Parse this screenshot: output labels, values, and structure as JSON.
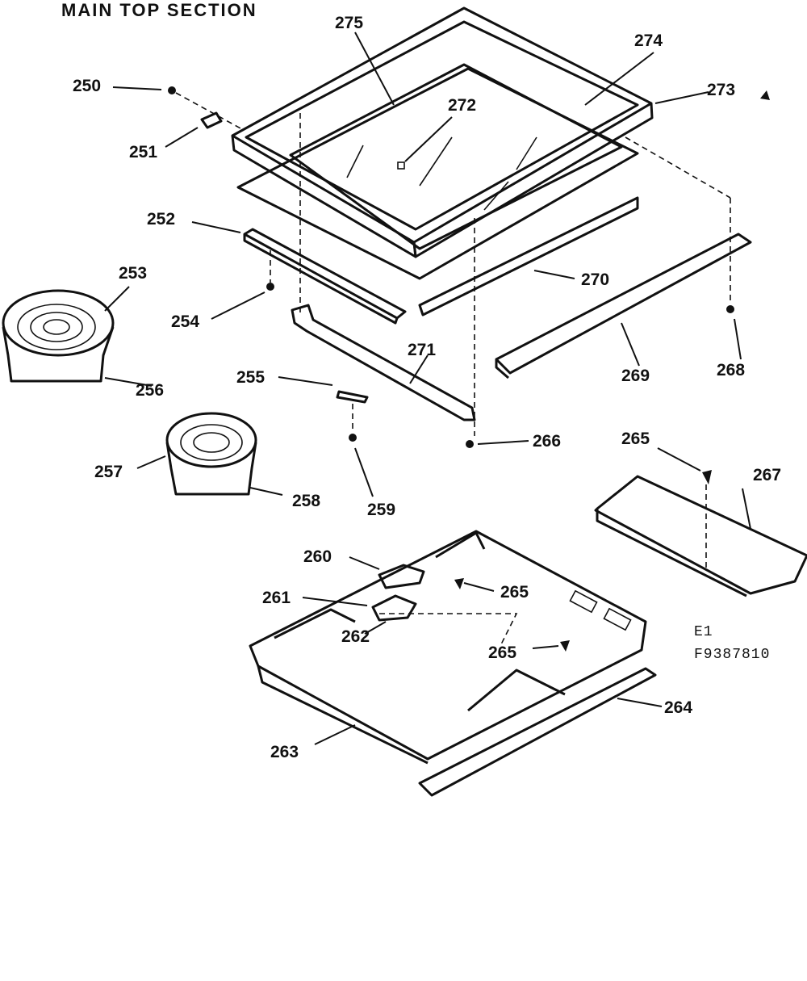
{
  "title": "MAIN TOP SECTION",
  "drawing_code": {
    "line1": "E1",
    "line2": "F9387810"
  },
  "callouts": [
    "250",
    "251",
    "252",
    "253",
    "254",
    "255",
    "256",
    "257",
    "258",
    "259",
    "260",
    "261",
    "262",
    "263",
    "264",
    "265",
    "266",
    "267",
    "268",
    "269",
    "270",
    "271",
    "272",
    "273",
    "274",
    "275"
  ]
}
